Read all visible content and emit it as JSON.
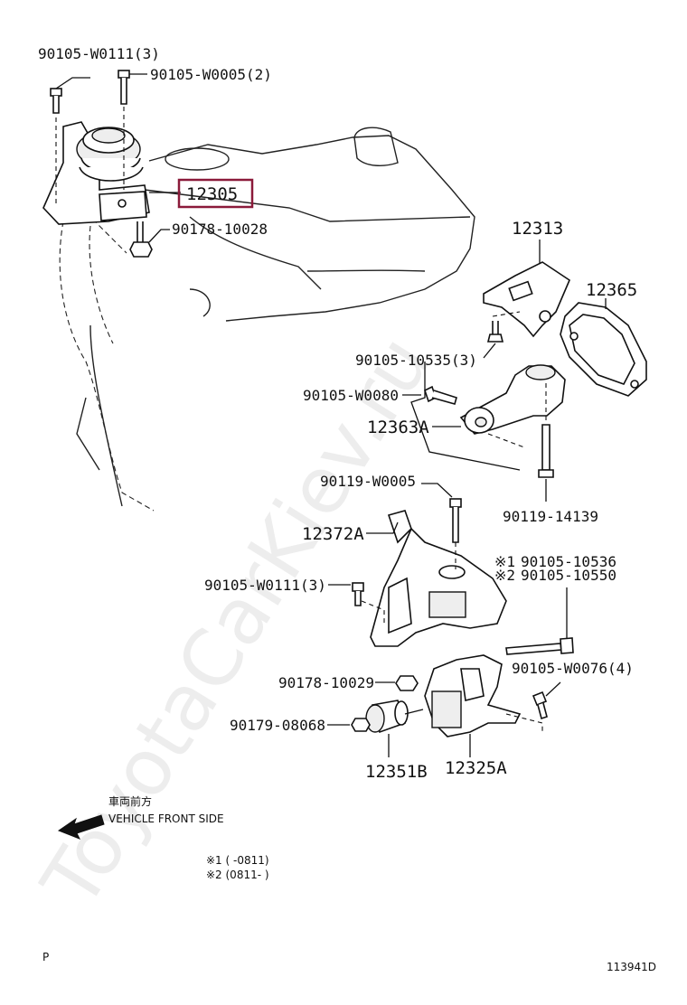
{
  "watermark": "ToyotaCarKiev.ru",
  "labels": {
    "p_90105_W0111_top": "90105-W0111(3)",
    "p_90105_W0005": "90105-W0005(2)",
    "p_12305": "12305",
    "p_90178_10028": "90178-10028",
    "p_12313": "12313",
    "p_12365": "12365",
    "p_90105_10535": "90105-10535(3)",
    "p_90105_W0080": "90105-W0080",
    "p_12363A": "12363A",
    "p_90119_W0005": "90119-W0005",
    "p_90119_14139": "90119-14139",
    "p_12372A": "12372A",
    "p_note1_mark": "※1",
    "p_90105_10536": "90105-10536",
    "p_note2_mark": "※2",
    "p_90105_10550": "90105-10550",
    "p_90105_W0111_mid": "90105-W0111(3)",
    "p_90178_10029": "90178-10029",
    "p_90105_W0076": "90105-W0076(4)",
    "p_90179_08068": "90179-08068",
    "p_12351B": "12351B",
    "p_12325A": "12325A"
  },
  "direction": {
    "jp": "車両前方",
    "en": "VEHICLE FRONT SIDE"
  },
  "notes": {
    "n1": "※1 (   -0811)",
    "n2": "※2 (0811-   )"
  },
  "footer": {
    "left": "P",
    "right": "113941D"
  },
  "colors": {
    "highlight_box": "#8b1a3a"
  }
}
